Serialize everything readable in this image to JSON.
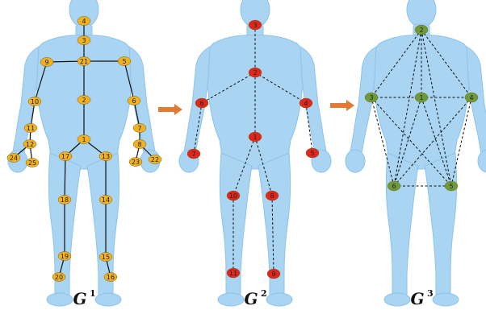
{
  "colors": {
    "body": "#a9d4f2",
    "body_edge": "#8ec3ea",
    "g1_node": "#f2b21f",
    "g1_edge": "#111111",
    "g2_node": "#e0271c",
    "g3_node": "#6e9a3a",
    "arrow": "#e07b35",
    "dashed": "#111111"
  },
  "graphs": [
    {
      "caption": "G",
      "superscript": "1",
      "node_style": "yellow-ellipse",
      "edge_style": "solid",
      "nodes": [
        "4",
        "3",
        "21",
        "5",
        "9",
        "2",
        "10",
        "6",
        "11",
        "7",
        "12",
        "8",
        "24",
        "25",
        "23",
        "22",
        "1",
        "17",
        "13",
        "18",
        "14",
        "19",
        "15",
        "20",
        "16"
      ],
      "edges": [
        [
          "4",
          "3"
        ],
        [
          "3",
          "21"
        ],
        [
          "21",
          "9"
        ],
        [
          "21",
          "5"
        ],
        [
          "21",
          "2"
        ],
        [
          "2",
          "1"
        ],
        [
          "9",
          "10"
        ],
        [
          "10",
          "11"
        ],
        [
          "11",
          "12"
        ],
        [
          "12",
          "24"
        ],
        [
          "12",
          "25"
        ],
        [
          "5",
          "6"
        ],
        [
          "6",
          "7"
        ],
        [
          "7",
          "8"
        ],
        [
          "8",
          "23"
        ],
        [
          "8",
          "22"
        ],
        [
          "1",
          "17"
        ],
        [
          "1",
          "13"
        ],
        [
          "17",
          "18"
        ],
        [
          "18",
          "19"
        ],
        [
          "19",
          "20"
        ],
        [
          "13",
          "14"
        ],
        [
          "14",
          "15"
        ],
        [
          "15",
          "16"
        ]
      ]
    },
    {
      "caption": "G",
      "superscript": "2",
      "node_style": "red-ellipse",
      "edge_style": "dashed",
      "nodes": [
        "3",
        "2",
        "6",
        "4",
        "7",
        "5",
        "1",
        "10",
        "8",
        "11",
        "9"
      ],
      "edges": [
        [
          "3",
          "2"
        ],
        [
          "2",
          "6"
        ],
        [
          "2",
          "4"
        ],
        [
          "6",
          "7"
        ],
        [
          "4",
          "5"
        ],
        [
          "2",
          "1"
        ],
        [
          "1",
          "10"
        ],
        [
          "1",
          "8"
        ],
        [
          "10",
          "11"
        ],
        [
          "8",
          "9"
        ]
      ]
    },
    {
      "caption": "G",
      "superscript": "3",
      "node_style": "green-ellipse",
      "edge_style": "dashed",
      "nodes": [
        "2",
        "3",
        "1",
        "4",
        "6",
        "5"
      ],
      "edges": [
        [
          "2",
          "3"
        ],
        [
          "2",
          "1"
        ],
        [
          "2",
          "4"
        ],
        [
          "2",
          "6"
        ],
        [
          "2",
          "5"
        ],
        [
          "3",
          "1"
        ],
        [
          "1",
          "4"
        ],
        [
          "3",
          "6"
        ],
        [
          "4",
          "5"
        ],
        [
          "1",
          "6"
        ],
        [
          "1",
          "5"
        ],
        [
          "6",
          "5"
        ],
        [
          "3",
          "5"
        ],
        [
          "4",
          "6"
        ]
      ]
    }
  ],
  "arrows": [
    "arrow-g1-to-g2",
    "arrow-g2-to-g3"
  ]
}
